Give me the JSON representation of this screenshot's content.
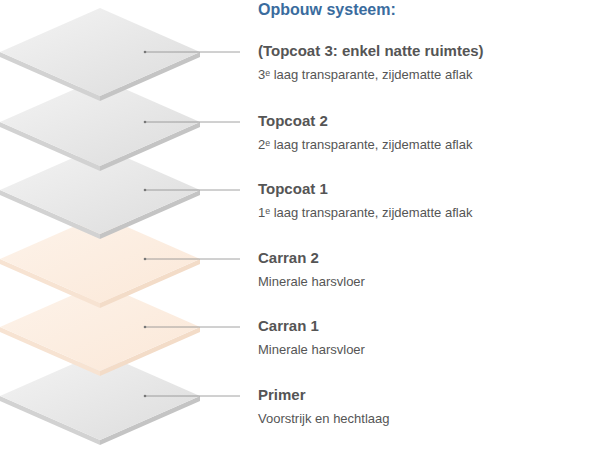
{
  "diagram": {
    "title": "Opbouw systeem:",
    "nodes": [
      {
        "text": [
          "(Topcoat 3: enkel natte ruimtes)",
          "3ᵉ laag transparante, zijdematte aflak"
        ]
      },
      {
        "text": [
          "Topcoat 2",
          "2ᵉ laag transparante, zijdematte aflak"
        ]
      },
      {
        "text": [
          "Topcoat 1",
          "1ᵉ laag transparante, zijdematte aflak"
        ]
      },
      {
        "text": [
          "Carran 2",
          "Minerale harsvloer"
        ]
      },
      {
        "text": [
          "Carran 1",
          "Minerale harsvloer"
        ]
      },
      {
        "text": [
          "Primer",
          "Voorstrijk en hechtlaag"
        ]
      }
    ]
  }
}
